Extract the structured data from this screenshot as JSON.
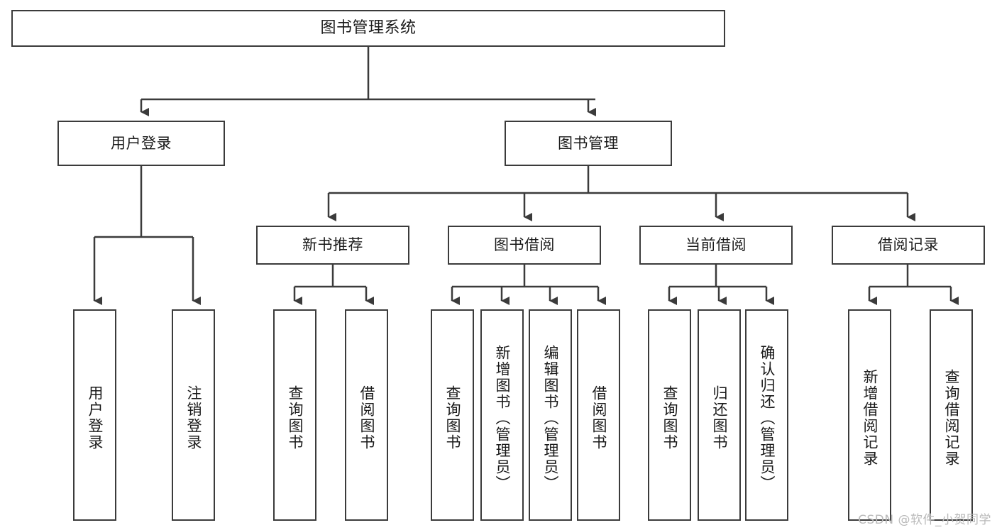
{
  "diagram": {
    "type": "tree",
    "title": "图书管理系统",
    "watermark": "CSDN @软件_小贺同学",
    "colors": {
      "box_border": "#3b3b3b",
      "box_fill": "#ffffff",
      "connector": "#3b3b3b",
      "text": "#1a1a1a",
      "watermark": "#b9b9b9",
      "background": "#ffffff"
    },
    "nodes": {
      "root": {
        "label": "图书管理系统"
      },
      "level2": [
        {
          "id": "user-login",
          "label": "用户登录"
        },
        {
          "id": "book-management",
          "label": "图书管理"
        }
      ],
      "level3": [
        {
          "id": "new-book-recommend",
          "label": "新书推荐"
        },
        {
          "id": "book-borrow",
          "label": "图书借阅"
        },
        {
          "id": "current-borrow",
          "label": "当前借阅"
        },
        {
          "id": "borrow-record",
          "label": "借阅记录"
        }
      ],
      "leaves": {
        "user_login": [
          {
            "id": "leaf-user-login",
            "label": "用户登录"
          },
          {
            "id": "leaf-logout-login",
            "label": "注销登录"
          }
        ],
        "new_book_recommend": [
          {
            "id": "leaf-query-book-1",
            "label": "查询图书"
          },
          {
            "id": "leaf-borrow-book-1",
            "label": "借阅图书"
          }
        ],
        "book_borrow": [
          {
            "id": "leaf-query-book-2",
            "label": "查询图书"
          },
          {
            "id": "leaf-add-book",
            "label": "新增图书（管理员）"
          },
          {
            "id": "leaf-edit-book",
            "label": "编辑图书（管理员）"
          },
          {
            "id": "leaf-borrow-book-2",
            "label": "借阅图书"
          }
        ],
        "current_borrow": [
          {
            "id": "leaf-query-book-3",
            "label": "查询图书"
          },
          {
            "id": "leaf-return-book",
            "label": "归还图书"
          },
          {
            "id": "leaf-confirm-return",
            "label": "确认归还（管理员）"
          }
        ],
        "borrow_record": [
          {
            "id": "leaf-add-record",
            "label": "新增借阅记录"
          },
          {
            "id": "leaf-query-record",
            "label": "查询借阅记录"
          }
        ]
      }
    }
  }
}
